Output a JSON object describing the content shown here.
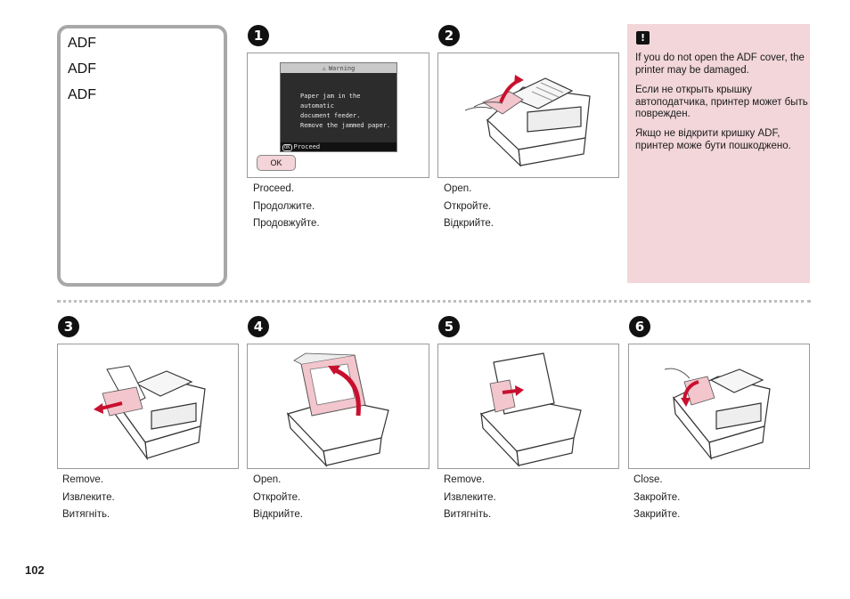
{
  "title_box": {
    "lines": [
      "ADF",
      "ADF",
      "ADF"
    ]
  },
  "steps": [
    {
      "number": "1",
      "captions": [
        "Proceed.",
        "Продолжите.",
        "Продовжуйте."
      ]
    },
    {
      "number": "2",
      "captions": [
        "Open.",
        "Откройте.",
        "Відкрийте."
      ]
    },
    {
      "number": "3",
      "captions": [
        "Remove.",
        "Извлеките.",
        "Витягніть."
      ]
    },
    {
      "number": "4",
      "captions": [
        "Open.",
        "Откройте.",
        "Відкрийте."
      ]
    },
    {
      "number": "5",
      "captions": [
        "Remove.",
        "Извлеките.",
        "Витягніть."
      ]
    },
    {
      "number": "6",
      "captions": [
        "Close.",
        "Закройте.",
        "Закрийте."
      ]
    }
  ],
  "lcd": {
    "header": "Warning",
    "message": [
      "Paper jam in the automatic",
      "document feeder.",
      "Remove the jammed paper."
    ],
    "footer_key": "OK",
    "footer_label": "Proceed",
    "ok_button": "OK"
  },
  "caution": {
    "icon": "!",
    "paragraphs": [
      "If you do not open the ADF cover, the printer may be damaged.",
      "Если не открыть крышку автоподатчика, принтер может быть поврежден.",
      "Якщо не відкрити кришку ADF, принтер може бути пошкоджено."
    ]
  },
  "page_number": "102",
  "colors": {
    "caution_bg": "#f2d6da",
    "accent_red": "#c8102e",
    "frame_border": "#9a9a9a"
  }
}
